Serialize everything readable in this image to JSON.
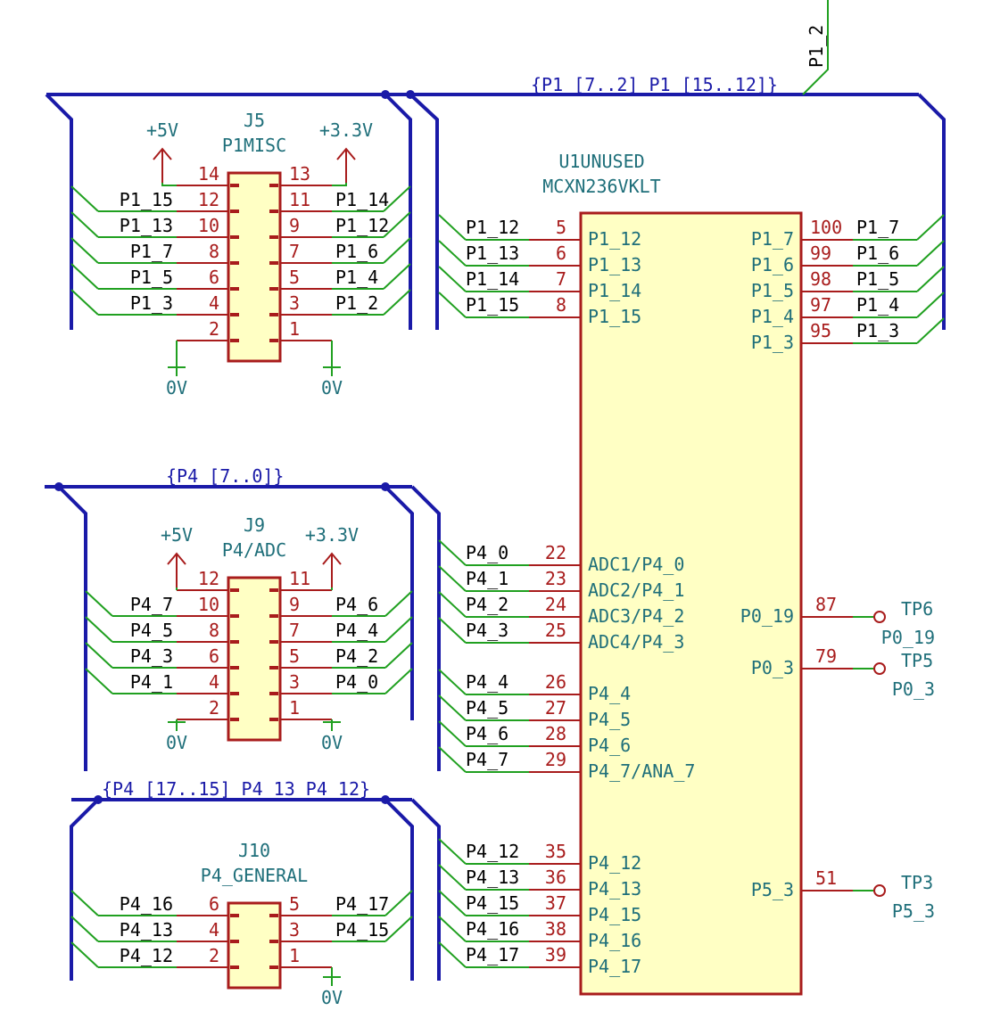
{
  "buses": {
    "p1": "{P1_[7..2] P1_[15..12]}",
    "p4": "{P4_[7..0]}",
    "p4gen": "{P4_[17..15] P4_13 P4_12}",
    "p1_2_label": "P1_2"
  },
  "power": {
    "plus5": "+5V",
    "plus3v3": "+3.3V",
    "gnd": "0V"
  },
  "j5": {
    "ref": "J5",
    "value": "P1MISC",
    "left": [
      {
        "pin": "14",
        "net": ""
      },
      {
        "pin": "12",
        "net": "P1_15"
      },
      {
        "pin": "10",
        "net": "P1_13"
      },
      {
        "pin": "8",
        "net": "P1_7"
      },
      {
        "pin": "6",
        "net": "P1_5"
      },
      {
        "pin": "4",
        "net": "P1_3"
      },
      {
        "pin": "2",
        "net": ""
      }
    ],
    "right": [
      {
        "pin": "13",
        "net": ""
      },
      {
        "pin": "11",
        "net": "P1_14"
      },
      {
        "pin": "9",
        "net": "P1_12"
      },
      {
        "pin": "7",
        "net": "P1_6"
      },
      {
        "pin": "5",
        "net": "P1_4"
      },
      {
        "pin": "3",
        "net": "P1_2"
      },
      {
        "pin": "1",
        "net": ""
      }
    ]
  },
  "j9": {
    "ref": "J9",
    "value": "P4/ADC",
    "left": [
      {
        "pin": "12",
        "net": ""
      },
      {
        "pin": "10",
        "net": "P4_7"
      },
      {
        "pin": "8",
        "net": "P4_5"
      },
      {
        "pin": "6",
        "net": "P4_3"
      },
      {
        "pin": "4",
        "net": "P4_1"
      },
      {
        "pin": "2",
        "net": ""
      }
    ],
    "right": [
      {
        "pin": "11",
        "net": ""
      },
      {
        "pin": "9",
        "net": "P4_6"
      },
      {
        "pin": "7",
        "net": "P4_4"
      },
      {
        "pin": "5",
        "net": "P4_2"
      },
      {
        "pin": "3",
        "net": "P4_0"
      },
      {
        "pin": "1",
        "net": ""
      }
    ]
  },
  "j10": {
    "ref": "J10",
    "value": "P4_GENERAL",
    "left": [
      {
        "pin": "6",
        "net": "P4_16"
      },
      {
        "pin": "4",
        "net": "P4_13"
      },
      {
        "pin": "2",
        "net": "P4_12"
      }
    ],
    "right": [
      {
        "pin": "5",
        "net": "P4_17"
      },
      {
        "pin": "3",
        "net": "P4_15"
      },
      {
        "pin": "1",
        "net": ""
      }
    ]
  },
  "u1": {
    "ref": "U1UNUSED",
    "value": "MCXN236VKLT",
    "left_groups": [
      [
        {
          "pin": "5",
          "name": "P1_12",
          "net": "P1_12"
        },
        {
          "pin": "6",
          "name": "P1_13",
          "net": "P1_13"
        },
        {
          "pin": "7",
          "name": "P1_14",
          "net": "P1_14"
        },
        {
          "pin": "8",
          "name": "P1_15",
          "net": "P1_15"
        }
      ],
      [
        {
          "pin": "22",
          "name": "ADC1/P4_0",
          "net": "P4_0"
        },
        {
          "pin": "23",
          "name": "ADC2/P4_1",
          "net": "P4_1"
        },
        {
          "pin": "24",
          "name": "ADC3/P4_2",
          "net": "P4_2"
        },
        {
          "pin": "25",
          "name": "ADC4/P4_3",
          "net": "P4_3"
        }
      ],
      [
        {
          "pin": "26",
          "name": "P4_4",
          "net": "P4_4"
        },
        {
          "pin": "27",
          "name": "P4_5",
          "net": "P4_5"
        },
        {
          "pin": "28",
          "name": "P4_6",
          "net": "P4_6"
        },
        {
          "pin": "29",
          "name": "P4_7/ANA_7",
          "net": "P4_7"
        }
      ],
      [
        {
          "pin": "35",
          "name": "P4_12",
          "net": "P4_12"
        },
        {
          "pin": "36",
          "name": "P4_13",
          "net": "P4_13"
        },
        {
          "pin": "37",
          "name": "P4_15",
          "net": "P4_15"
        },
        {
          "pin": "38",
          "name": "P4_16",
          "net": "P4_16"
        },
        {
          "pin": "39",
          "name": "P4_17",
          "net": "P4_17"
        }
      ]
    ],
    "right_top": [
      {
        "pin": "100",
        "name": "P1_7",
        "net": "P1_7"
      },
      {
        "pin": "99",
        "name": "P1_6",
        "net": "P1_6"
      },
      {
        "pin": "98",
        "name": "P1_5",
        "net": "P1_5"
      },
      {
        "pin": "97",
        "name": "P1_4",
        "net": "P1_4"
      },
      {
        "pin": "95",
        "name": "P1_3",
        "net": "P1_3"
      }
    ],
    "right_tp": [
      {
        "pin": "87",
        "name": "P0_19",
        "tp_ref": "TP6",
        "tp_net": "P0_19"
      },
      {
        "pin": "79",
        "name": "P0_3",
        "tp_ref": "TP5",
        "tp_net": "P0_3"
      },
      {
        "pin": "51",
        "name": "P5_3",
        "tp_ref": "TP3",
        "tp_net": "P5_3"
      }
    ]
  }
}
